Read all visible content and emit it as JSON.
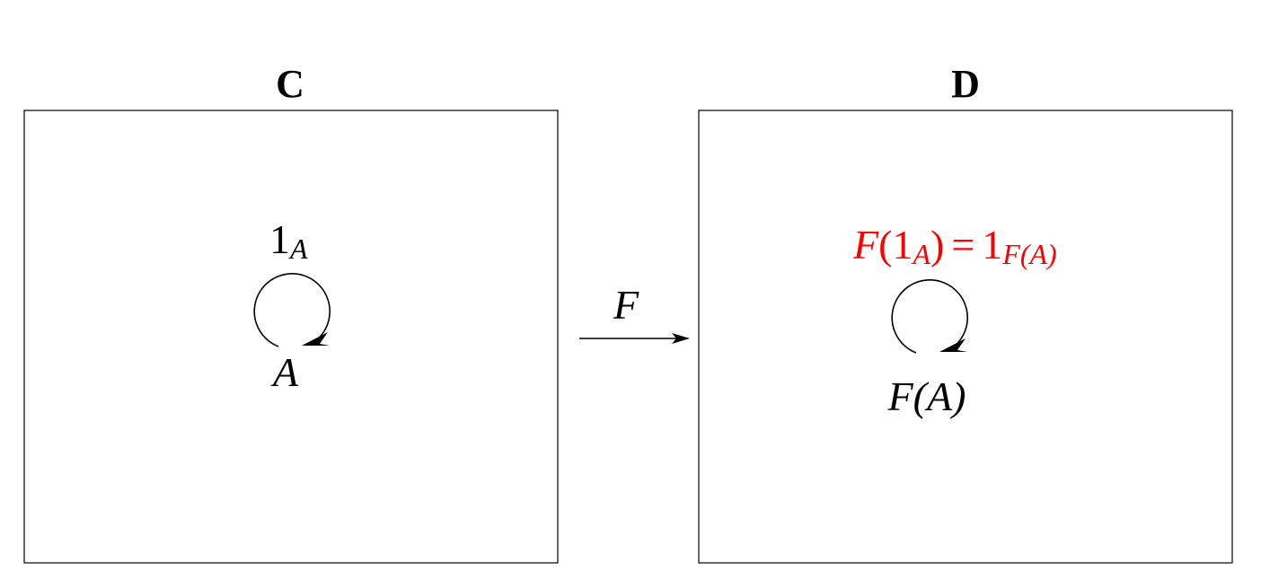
{
  "diagram": {
    "left_category": {
      "title": "C",
      "object_label": "A",
      "identity_morphism": {
        "base": "1",
        "sub": "A"
      }
    },
    "right_category": {
      "title": "D",
      "object_label": "F(A)",
      "equation": {
        "lhs_functor": "F",
        "lhs_base": "1",
        "lhs_sub": "A",
        "eq": "=",
        "rhs_base": "1",
        "rhs_sub": "F(A)"
      }
    },
    "functor_arrow": {
      "label": "F"
    },
    "colors": {
      "stroke": "#000000",
      "highlight": "#ff0000"
    }
  }
}
